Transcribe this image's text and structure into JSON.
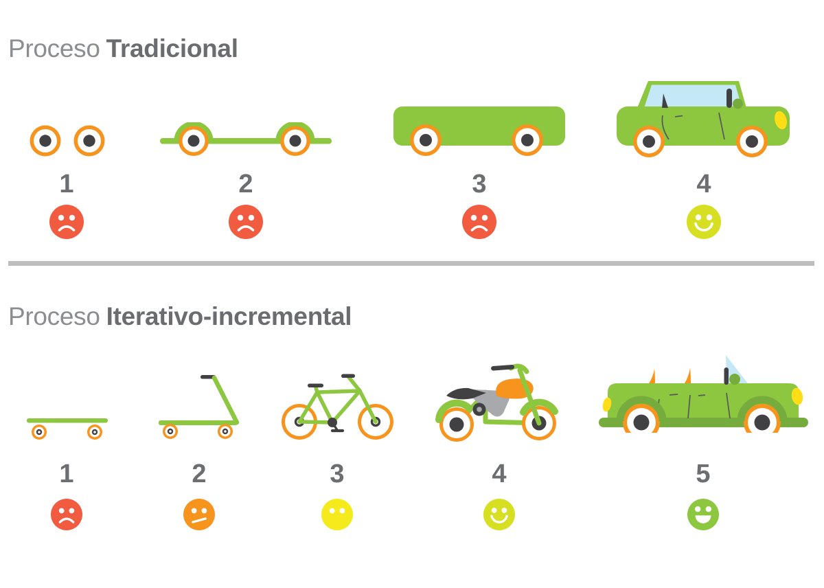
{
  "colors": {
    "background": "#ffffff",
    "vehicle_green": "#8DC63F",
    "dark_green": "#76AC3D",
    "wheel_ring_orange": "#F7941E",
    "hub_dark_gray": "#414042",
    "glass_blue": "#C5E8F7",
    "headlight_yellow": "#FFDE17",
    "divider_gray": "#BCBEC0",
    "number_gray": "#6D6E71"
  },
  "sections": {
    "traditional": {
      "title_light": "Proceso",
      "title_bold": "Tradicional",
      "steps": [
        {
          "number": "1",
          "vehicle": "two-wheels",
          "mood": "sad",
          "face_color": "#F15B40"
        },
        {
          "number": "2",
          "vehicle": "chassis-with-wheels",
          "mood": "sad",
          "face_color": "#F15B40"
        },
        {
          "number": "3",
          "vehicle": "car-body-without-roof",
          "mood": "sad",
          "face_color": "#F15B40"
        },
        {
          "number": "4",
          "vehicle": "complete-car",
          "mood": "happy",
          "face_color": "#D7DF23"
        }
      ]
    },
    "iterative": {
      "title_light": "Proceso",
      "title_bold": "Iterativo-incremental",
      "steps": [
        {
          "number": "1",
          "vehicle": "skateboard",
          "mood": "sad",
          "face_color": "#F15B40"
        },
        {
          "number": "2",
          "vehicle": "scooter",
          "mood": "skeptical",
          "face_color": "#F7941E"
        },
        {
          "number": "3",
          "vehicle": "bicycle",
          "mood": "neutral",
          "face_color": "#F5EB1C"
        },
        {
          "number": "4",
          "vehicle": "motorcycle",
          "mood": "happy",
          "face_color": "#D7DF23"
        },
        {
          "number": "5",
          "vehicle": "convertible-car",
          "mood": "delighted",
          "face_color": "#8DC63F"
        }
      ]
    }
  }
}
